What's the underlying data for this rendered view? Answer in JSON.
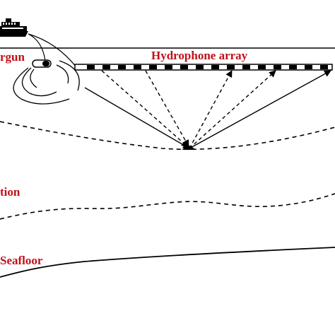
{
  "labels": {
    "airgun": "rgun",
    "hydrophone_array": "Hydrophone array",
    "layer": "tion",
    "seafloor": "Seafloor"
  },
  "colors": {
    "label_text": "#c0111b",
    "ink": "#000000",
    "background": "#ffffff"
  },
  "icons": [
    "ship-icon",
    "airgun-icon"
  ]
}
